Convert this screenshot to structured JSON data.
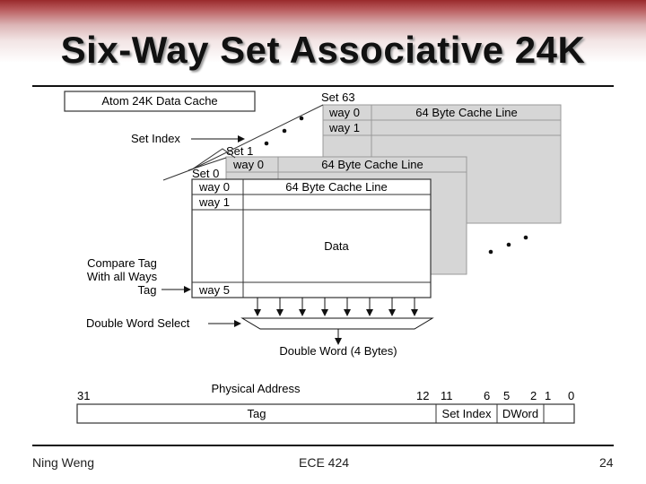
{
  "slide": {
    "title": "Six-Way Set Associative 24K"
  },
  "diagram": {
    "cache_title": "Atom 24K Data Cache",
    "set_index_label": "Set Index",
    "set63_label": "Set 63",
    "set1_label": "Set 1",
    "set0_label": "Set 0",
    "way0": "way 0",
    "way1": "way 1",
    "way5": "way 5",
    "cache_line": "64 Byte Cache Line",
    "data_label": "Data",
    "compare_line1": "Compare Tag",
    "compare_line2": "With all Ways",
    "compare_line3": "Tag",
    "dword_select": "Double Word Select",
    "dword_output": "Double Word (4 Bytes)",
    "address_title": "Physical Address",
    "bit_labels": {
      "b31": "31",
      "b12": "12",
      "b11": "11",
      "b6": "6",
      "b5": "5",
      "b2": "2",
      "b1": "1",
      "b0": "0"
    },
    "fields": {
      "tag": "Tag",
      "set_index": "Set Index",
      "dword": "DWord"
    }
  },
  "footer": {
    "author": "Ning Weng",
    "course": "ECE 424",
    "page": "24"
  },
  "colors": {
    "title_band": "#9a2a2c",
    "back_planes": "#d6d6d6",
    "front_plane": "#ffffff"
  }
}
